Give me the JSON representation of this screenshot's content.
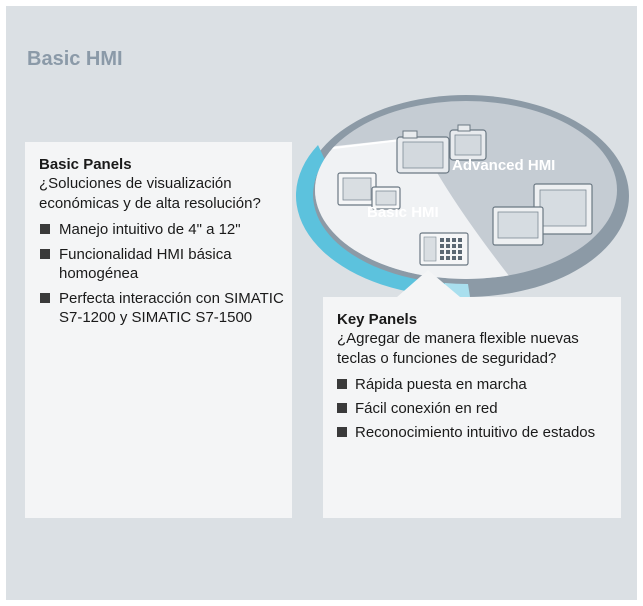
{
  "title": "Basic HMI",
  "basic_panels": {
    "heading": "Basic Panels",
    "question": "¿Soluciones de visualización económicas y de alta resolución?",
    "bullets": [
      "Manejo intuitivo de 4\" a 12\"",
      "Funcionalidad HMI básica homogénea",
      "Perfecta interacción con SIMATIC S7-1200 y SIMATIC S7-1500"
    ]
  },
  "key_panels": {
    "heading": "Key Panels",
    "question": "¿Agregar de manera flexible nuevas teclas o funciones de seguridad?",
    "bullets": [
      "Rápida puesta en marcha",
      "Fácil conexión en red",
      "Reconocimiento intuitivo de estados"
    ]
  },
  "diagram": {
    "advanced_label": "Advanced HMI",
    "basic_label": "Basic HMI"
  },
  "colors": {
    "background": "#dbe0e4",
    "panel": "#f4f5f6",
    "title": "#8b9aa8",
    "accent_blue": "#5cc2dd",
    "ring_gray": "#8c9aa6"
  }
}
